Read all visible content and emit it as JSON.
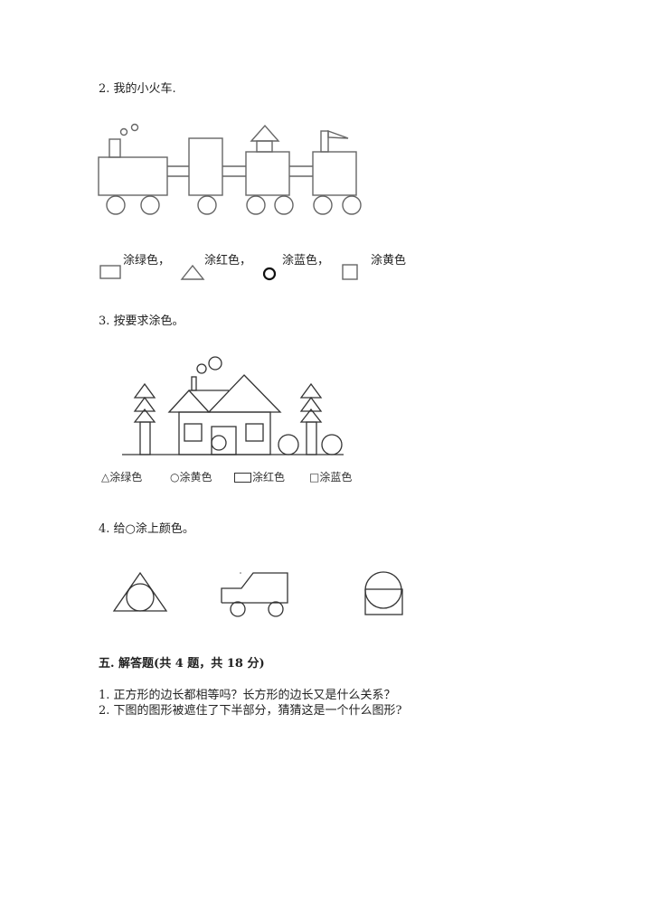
{
  "q2": {
    "title": "2. 我的小火车.",
    "legend": [
      {
        "shape": "rectangle",
        "label": "涂绿色，"
      },
      {
        "shape": "triangle",
        "label": "涂红色，"
      },
      {
        "shape": "circle",
        "label": "涂蓝色，"
      },
      {
        "shape": "square",
        "label": "涂黄色"
      }
    ]
  },
  "q3": {
    "title": "3. 按要求涂色。",
    "legend": [
      {
        "symbol": "△",
        "label": "涂绿色"
      },
      {
        "symbol": "○",
        "label": "涂黄色"
      },
      {
        "symbol": "▭",
        "label": "涂红色"
      },
      {
        "symbol": "□",
        "label": "涂蓝色"
      }
    ]
  },
  "q4": {
    "title": "4. 给○涂上颜色。"
  },
  "section5": {
    "title": "五. 解答题(共 4 题，共 18 分)",
    "questions": [
      "1. 正方形的边长都相等吗？长方形的边长又是什么关系？",
      "2. 下图的图形被遮住了下半部分，猜猜这是一个什么图形?"
    ]
  }
}
